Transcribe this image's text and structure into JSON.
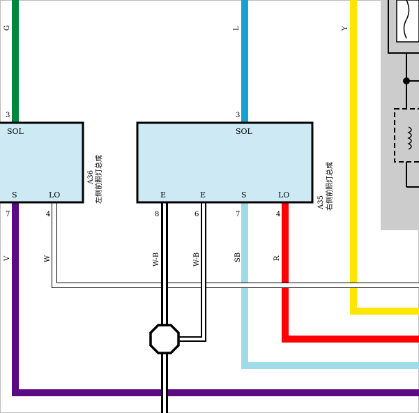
{
  "colors": {
    "green": "#00873c",
    "blue": "#1aa0cf",
    "yellow": "#ffe600",
    "purple": "#5b0a84",
    "light_blue": "#9fdbe8",
    "red": "#ff0000",
    "box_fill": "#cdeaf4",
    "gray_panel": "#cccccc"
  },
  "left_unit": {
    "label": "SOL",
    "pin_top": "3",
    "terminals": [
      "S",
      "LO"
    ],
    "pins_bottom": [
      "7",
      "4"
    ],
    "code": "A36",
    "name": "左侧前照灯总成"
  },
  "right_unit": {
    "label": "SOL",
    "pin_top": "3",
    "terminals": [
      "E",
      "E",
      "S",
      "LO"
    ],
    "pins_bottom": [
      "8",
      "6",
      "7",
      "4"
    ],
    "code": "A35",
    "name": "右侧前照灯总成"
  },
  "wire_codes": {
    "top_green": "G",
    "top_blue": "L",
    "top_yellow": "Y",
    "left_purple": "V",
    "left_white": "W",
    "right_wb1": "W-B",
    "right_wb2": "W-B",
    "right_sb": "SB",
    "right_red": "R"
  }
}
